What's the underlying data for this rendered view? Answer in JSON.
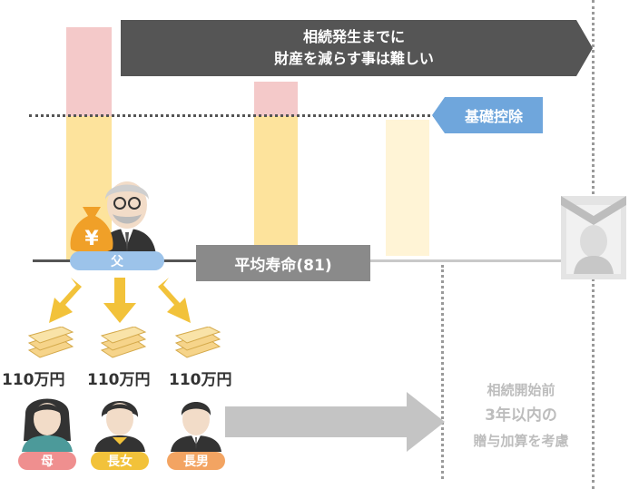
{
  "banner": {
    "line1": "相続発生までに",
    "line2": "財産を減らす事は難しい"
  },
  "threshold_label": "基礎控除",
  "timeline": {
    "father_label": "父",
    "life_expectancy_label": "平均寿命(81)"
  },
  "gift_amount": "110万円",
  "children": [
    {
      "label": "母",
      "color": "#ef8f8f"
    },
    {
      "label": "長女",
      "color": "#f2c23a"
    },
    {
      "label": "長男",
      "color": "#f3a462"
    }
  ],
  "note": {
    "line1": "相続開始前",
    "line2": "3年以内の",
    "line3": "贈与加算を考慮"
  },
  "colors": {
    "pink_bar": "#f4c9c9",
    "yellow_bar": "#fde39c",
    "pale_yellow_bar": "#fff4d6",
    "banner": "#555555",
    "threshold": "#6fa6dc",
    "timeline": "#c9c9c9",
    "life_box": "#8a8a8a",
    "arrow": "#f2c23a",
    "big_arrow": "#c4c4c4"
  }
}
